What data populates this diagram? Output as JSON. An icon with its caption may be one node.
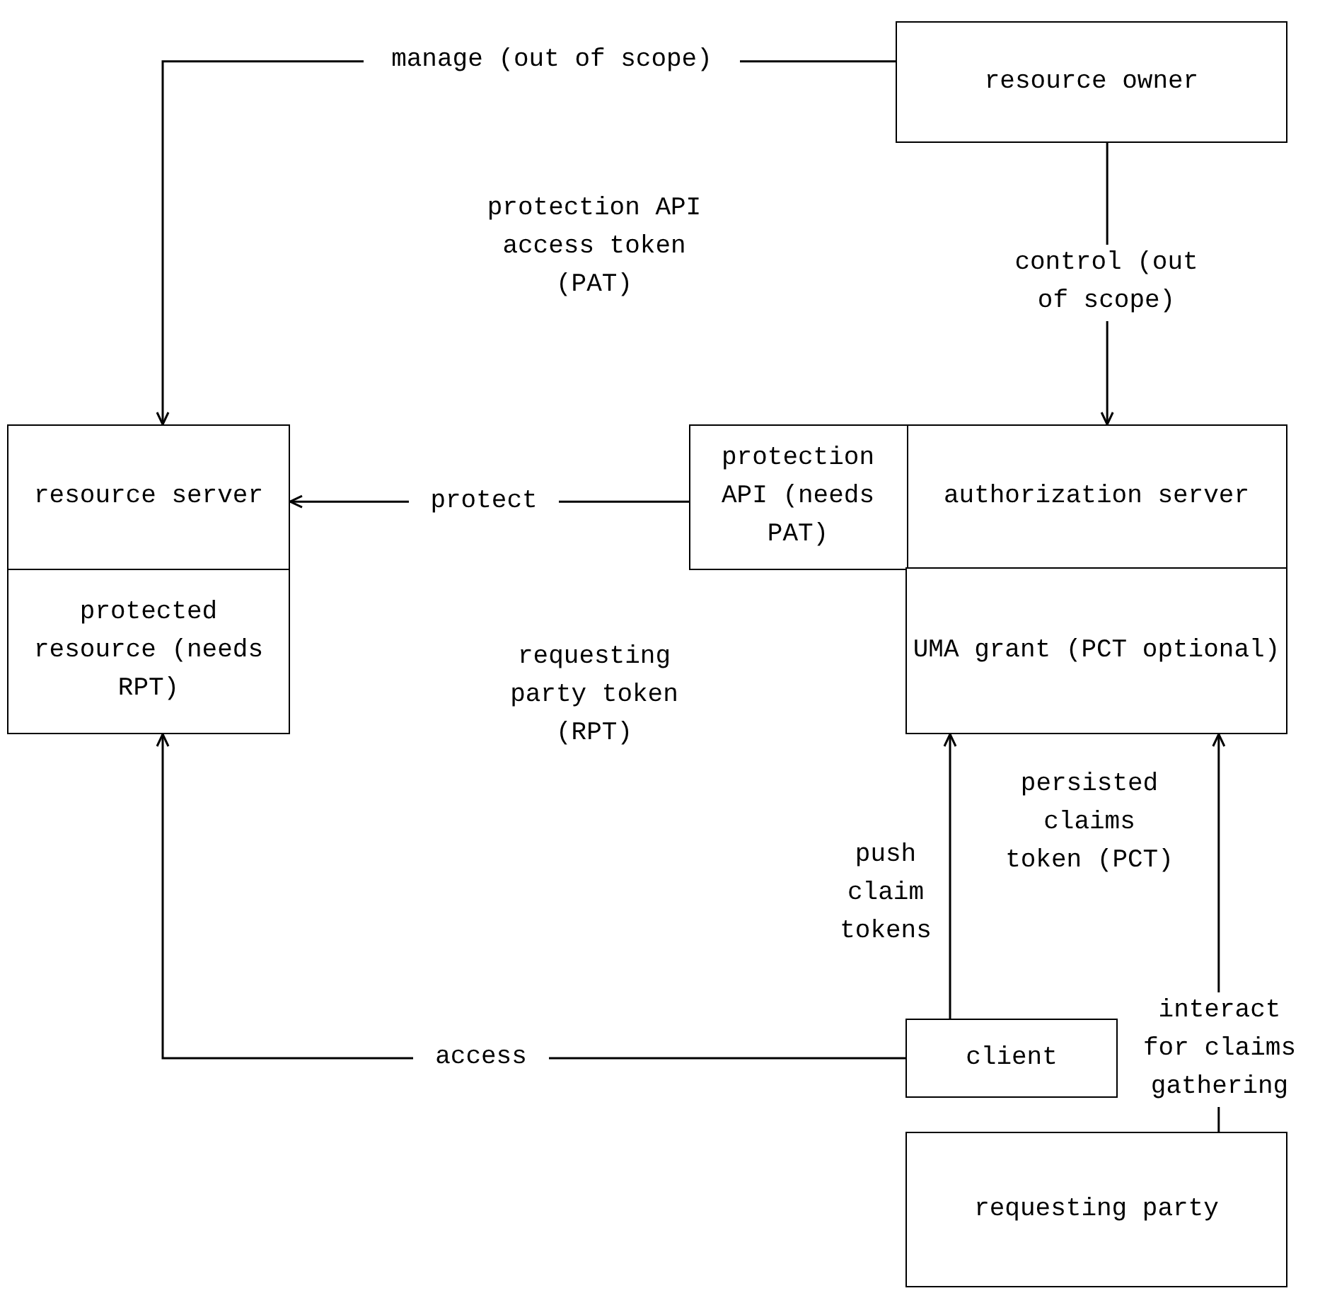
{
  "diagram": {
    "nodes": [
      {
        "text": [
          "resource owner"
        ]
      },
      {
        "text": [
          "resource server"
        ]
      },
      {
        "text": [
          "protected resource (needs RPT)"
        ]
      },
      {
        "text": [
          "authorization server"
        ]
      },
      {
        "text": [
          "protection API (needs PAT)"
        ],
        "in": 3
      },
      {
        "text": [
          "UMA grant (PCT optional)"
        ]
      },
      {
        "text": [
          "client"
        ]
      },
      {
        "text": [
          "requesting party"
        ]
      }
    ],
    "edges": [
      {
        "from": 0,
        "to": 1,
        "arrow": "to",
        "label": "manage (out of scope)"
      },
      {
        "from": 0,
        "to": 3,
        "arrow": "to",
        "label": "control (out of scope)"
      },
      {
        "from": 4,
        "to": 1,
        "arrow": "to",
        "label": "protect"
      },
      {
        "from": 6,
        "to": 2,
        "arrow": "to",
        "label": "access"
      },
      {
        "from": 6,
        "to": 5,
        "arrow": "to",
        "label": "push claim tokens"
      },
      {
        "from": 7,
        "to": 5,
        "arrow": "to",
        "label": "interact for claims gathering"
      }
    ],
    "labels": [
      "protection API access token (PAT)",
      "requesting party token (RPT)",
      "persisted claims token (PCT)"
    ]
  }
}
